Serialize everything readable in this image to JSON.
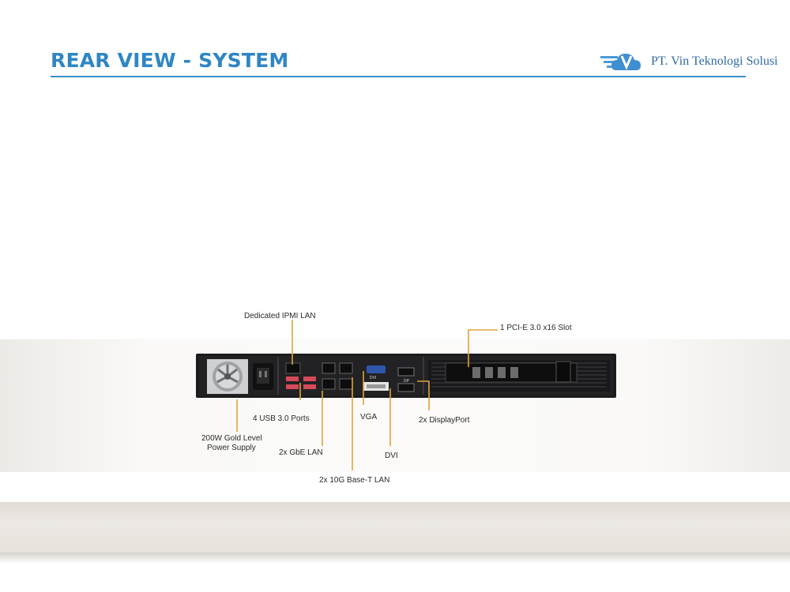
{
  "header": {
    "title": "REAR VIEW - SYSTEM",
    "company": "PT. Vin Teknologi Solusi"
  },
  "colors": {
    "title": "#2f86c4",
    "leader_line": "#e0a43a",
    "chassis": "#1c1c1e"
  },
  "callouts": {
    "ipmi": "Dedicated IPMI  LAN",
    "pcie": "1 PCI-E 3.0 x16 Slot",
    "usb": "4 USB 3.0 Ports",
    "vga": "VGA",
    "dp": "2x DisplayPort",
    "psu_line1": "200W Gold Level",
    "psu_line2": "Power Supply",
    "gbe": "2x GbE LAN",
    "dvi": "DVI",
    "tenG": "2x 10G Base-T LAN"
  },
  "port_marks": {
    "dvi": "DVI",
    "dp": "DP"
  }
}
